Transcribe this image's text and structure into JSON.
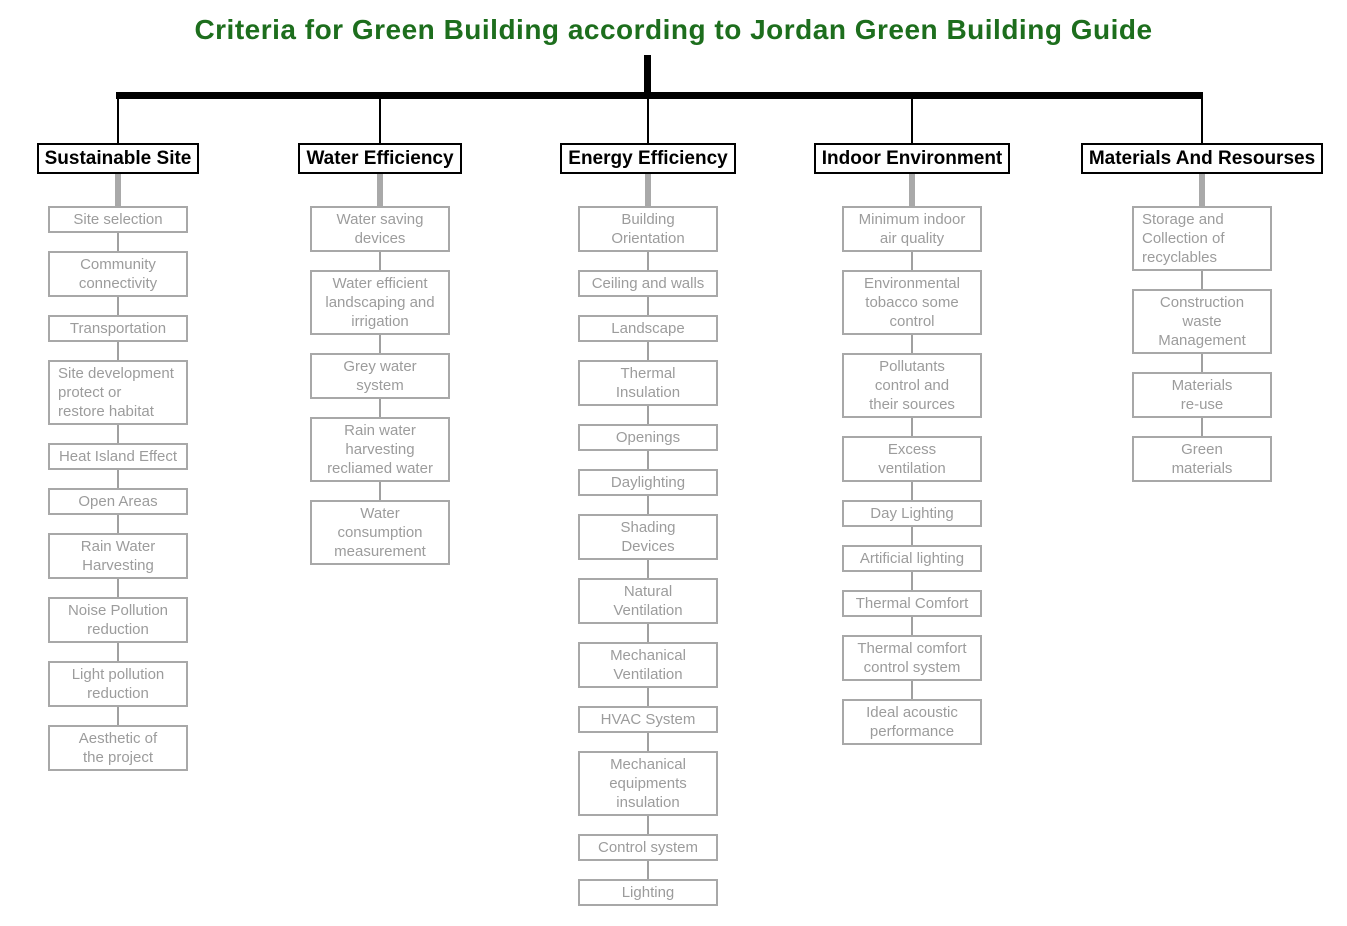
{
  "title": {
    "text": "Criteria for Green Building according to Jordan Green Building Guide",
    "color": "#1d6e1d"
  },
  "connector_colors": {
    "trunk": "#000000",
    "branch": "#a0a0a9"
  },
  "tree": {
    "columns": [
      {
        "header": "Sustainable Site",
        "items": [
          {
            "text": "Site selection"
          },
          {
            "text": "Community\nconnectivity"
          },
          {
            "text": "Transportation"
          },
          {
            "text": "Site development\nprotect or\nrestore habitat",
            "align": "left"
          },
          {
            "text": "Heat Island Effect"
          },
          {
            "text": "Open Areas"
          },
          {
            "text": "Rain Water\nHarvesting"
          },
          {
            "text": "Noise Pollution\nreduction"
          },
          {
            "text": "Light pollution\nreduction"
          },
          {
            "text": "Aesthetic of\nthe project"
          }
        ]
      },
      {
        "header": "Water Efficiency",
        "items": [
          {
            "text": "Water saving\ndevices"
          },
          {
            "text": "Water efficient\nlandscaping and\nirrigation"
          },
          {
            "text": "Grey water\nsystem"
          },
          {
            "text": "Rain water\nharvesting\nrecliamed water"
          },
          {
            "text": "Water\nconsumption\nmeasurement"
          }
        ]
      },
      {
        "header": "Energy Efficiency",
        "items": [
          {
            "text": "Building\nOrientation"
          },
          {
            "text": "Ceiling and walls"
          },
          {
            "text": "Landscape"
          },
          {
            "text": "Thermal\nInsulation"
          },
          {
            "text": "Openings"
          },
          {
            "text": "Daylighting"
          },
          {
            "text": "Shading\nDevices"
          },
          {
            "text": "Natural\nVentilation"
          },
          {
            "text": "Mechanical\nVentilation"
          },
          {
            "text": "HVAC System"
          },
          {
            "text": "Mechanical\nequipments\ninsulation"
          },
          {
            "text": "Control system"
          },
          {
            "text": "Lighting"
          }
        ]
      },
      {
        "header": "Indoor Environment",
        "items": [
          {
            "text": "Minimum indoor\nair quality"
          },
          {
            "text": "Environmental\ntobacco some\ncontrol"
          },
          {
            "text": "Pollutants\ncontrol and\ntheir sources"
          },
          {
            "text": "Excess\nventilation"
          },
          {
            "text": "Day Lighting"
          },
          {
            "text": "Artificial lighting"
          },
          {
            "text": "Thermal Comfort"
          },
          {
            "text": "Thermal comfort\ncontrol system"
          },
          {
            "text": "Ideal acoustic\nperformance"
          }
        ]
      },
      {
        "header": "Materials And Resourses",
        "items": [
          {
            "text": "Storage and\nCollection of\nrecyclables",
            "align": "left"
          },
          {
            "text": "Construction\nwaste\nManagement"
          },
          {
            "text": "Materials\nre-use"
          },
          {
            "text": "Green\nmaterials"
          }
        ]
      }
    ]
  }
}
